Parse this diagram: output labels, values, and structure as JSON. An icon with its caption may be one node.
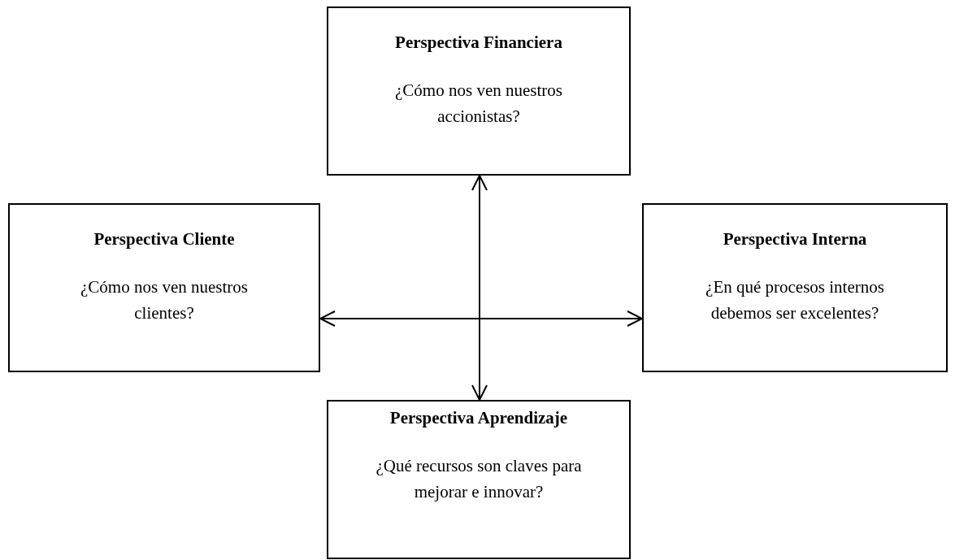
{
  "diagram": {
    "nodes": [
      {
        "text": [
          "Perspectiva Financiera",
          "¿Cómo nos ven nuestros accionistas?"
        ]
      },
      {
        "text": [
          "Perspectiva Cliente",
          "¿Cómo nos ven nuestros clientes?"
        ]
      },
      {
        "text": [
          "Perspectiva Interna",
          "¿En qué procesos internos debemos ser excelentes?"
        ]
      },
      {
        "text": [
          "Perspectiva Aprendizaje",
          "¿Qué recursos son claves para mejorar e innovar?"
        ]
      }
    ],
    "edges": [
      {
        "from": 0,
        "to": 3,
        "arrow": "both"
      },
      {
        "from": 1,
        "to": 2,
        "arrow": "both"
      }
    ]
  }
}
